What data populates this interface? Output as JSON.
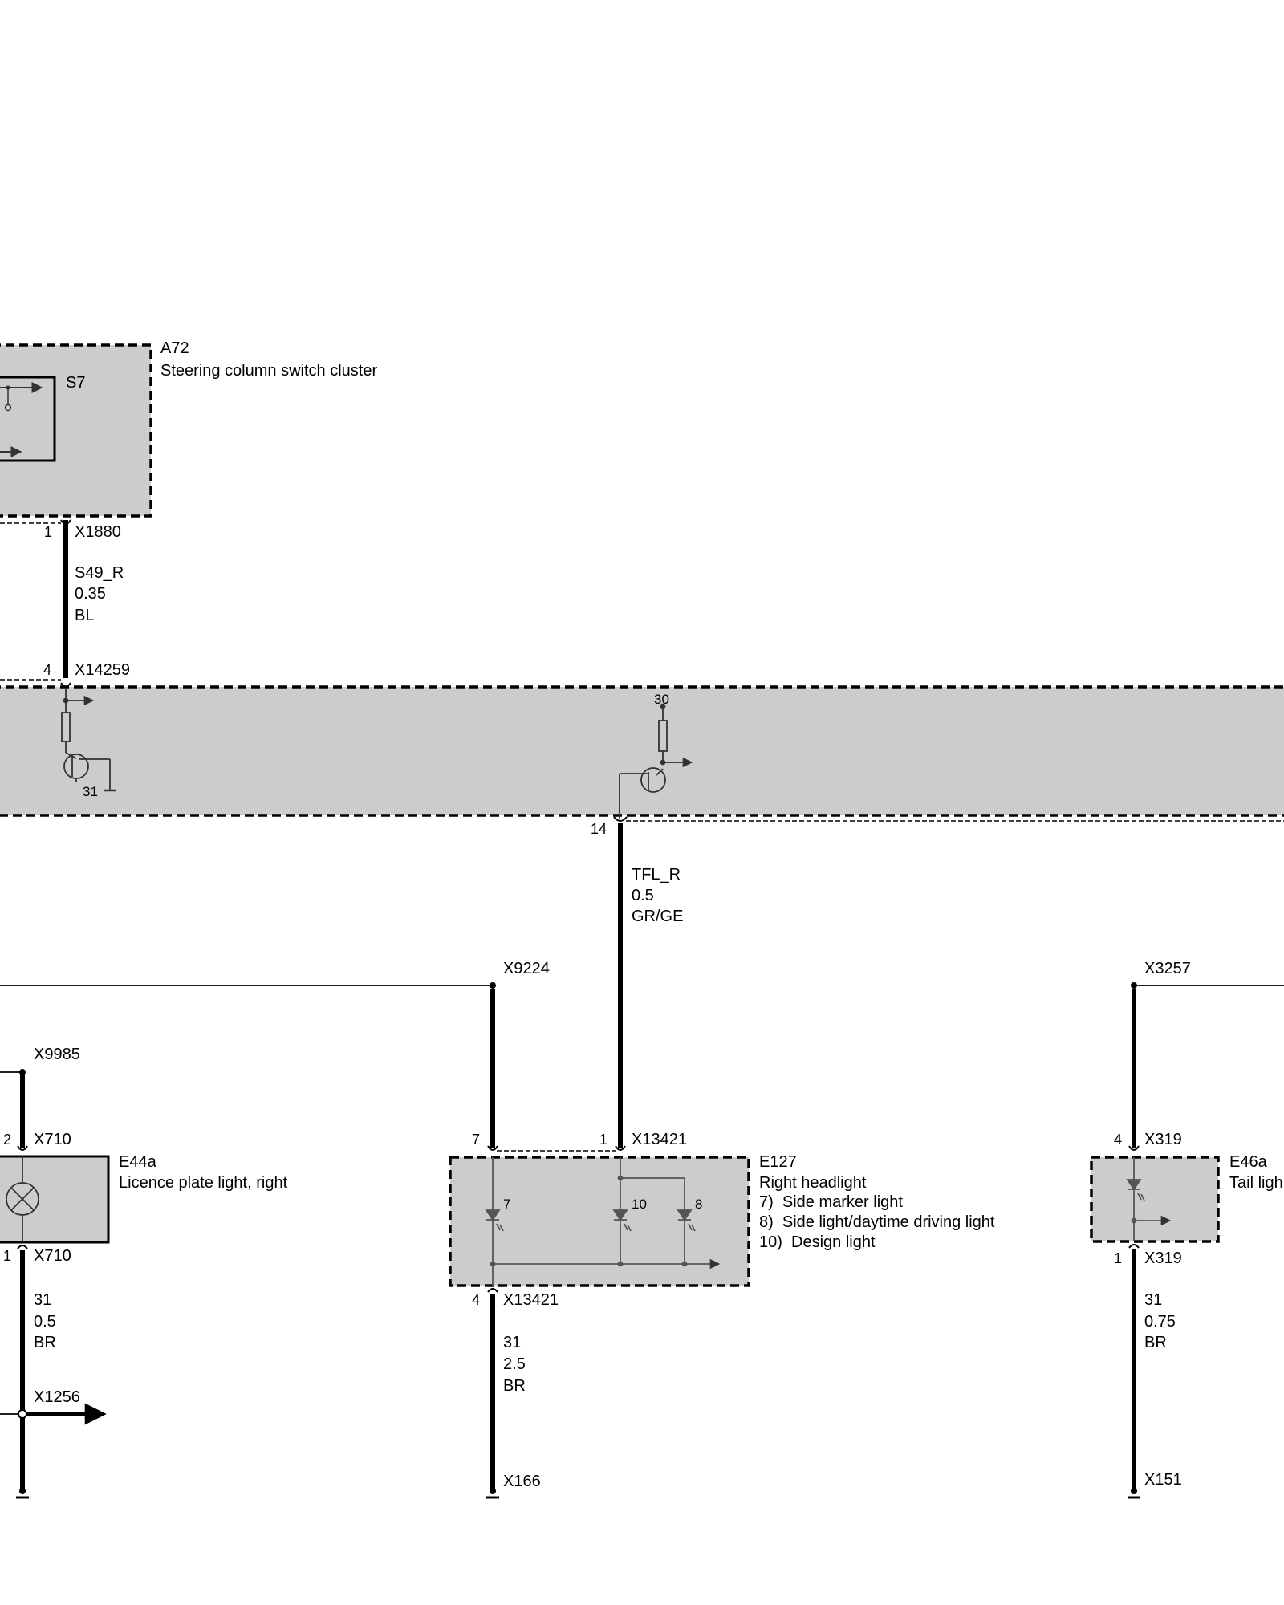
{
  "components": {
    "a72": {
      "id": "A72",
      "name": "Steering column switch cluster"
    },
    "s7": {
      "id": "S7"
    },
    "e44a": {
      "id": "E44a",
      "name": "Licence plate light, right"
    },
    "e127": {
      "id": "E127",
      "name": "Right headlight",
      "notes": [
        "7)  Side marker light",
        "8)  Side light/daytime driving light",
        "10)  Design light"
      ]
    },
    "e46a": {
      "id": "E46a",
      "name": "Tail ligh"
    }
  },
  "connectors": {
    "x1880": "X1880",
    "x14259": "X14259",
    "x9224": "X9224",
    "x3257": "X3257",
    "x9985": "X9985",
    "x710_top": "X710",
    "x710_bot": "X710",
    "x13421_top": "X13421",
    "x13421_bot": "X13421",
    "x319_top": "X319",
    "x319_bot": "X319",
    "x1256": "X1256",
    "x166": "X166",
    "x151": "X151"
  },
  "pins": {
    "x1880": "1",
    "x14259": "4",
    "p14": "14",
    "x710_top": "2",
    "x710_bot": "1",
    "x13421_7": "7",
    "x13421_1": "1",
    "x13421_4": "4",
    "x319_top": "4",
    "x319_bot": "1",
    "t31": "31",
    "t30": "30",
    "led7": "7",
    "led10": "10",
    "led8": "8"
  },
  "wires": {
    "s49r": {
      "signal": "S49_R",
      "size": "0.35",
      "color": "BL"
    },
    "tflr": {
      "signal": "TFL_R",
      "size": "0.5",
      "color": "GR/GE"
    },
    "g_e44a": {
      "signal": "31",
      "size": "0.5",
      "color": "BR"
    },
    "g_e127": {
      "signal": "31",
      "size": "2.5",
      "color": "BR"
    },
    "g_e46a": {
      "signal": "31",
      "size": "0.75",
      "color": "BR"
    }
  }
}
